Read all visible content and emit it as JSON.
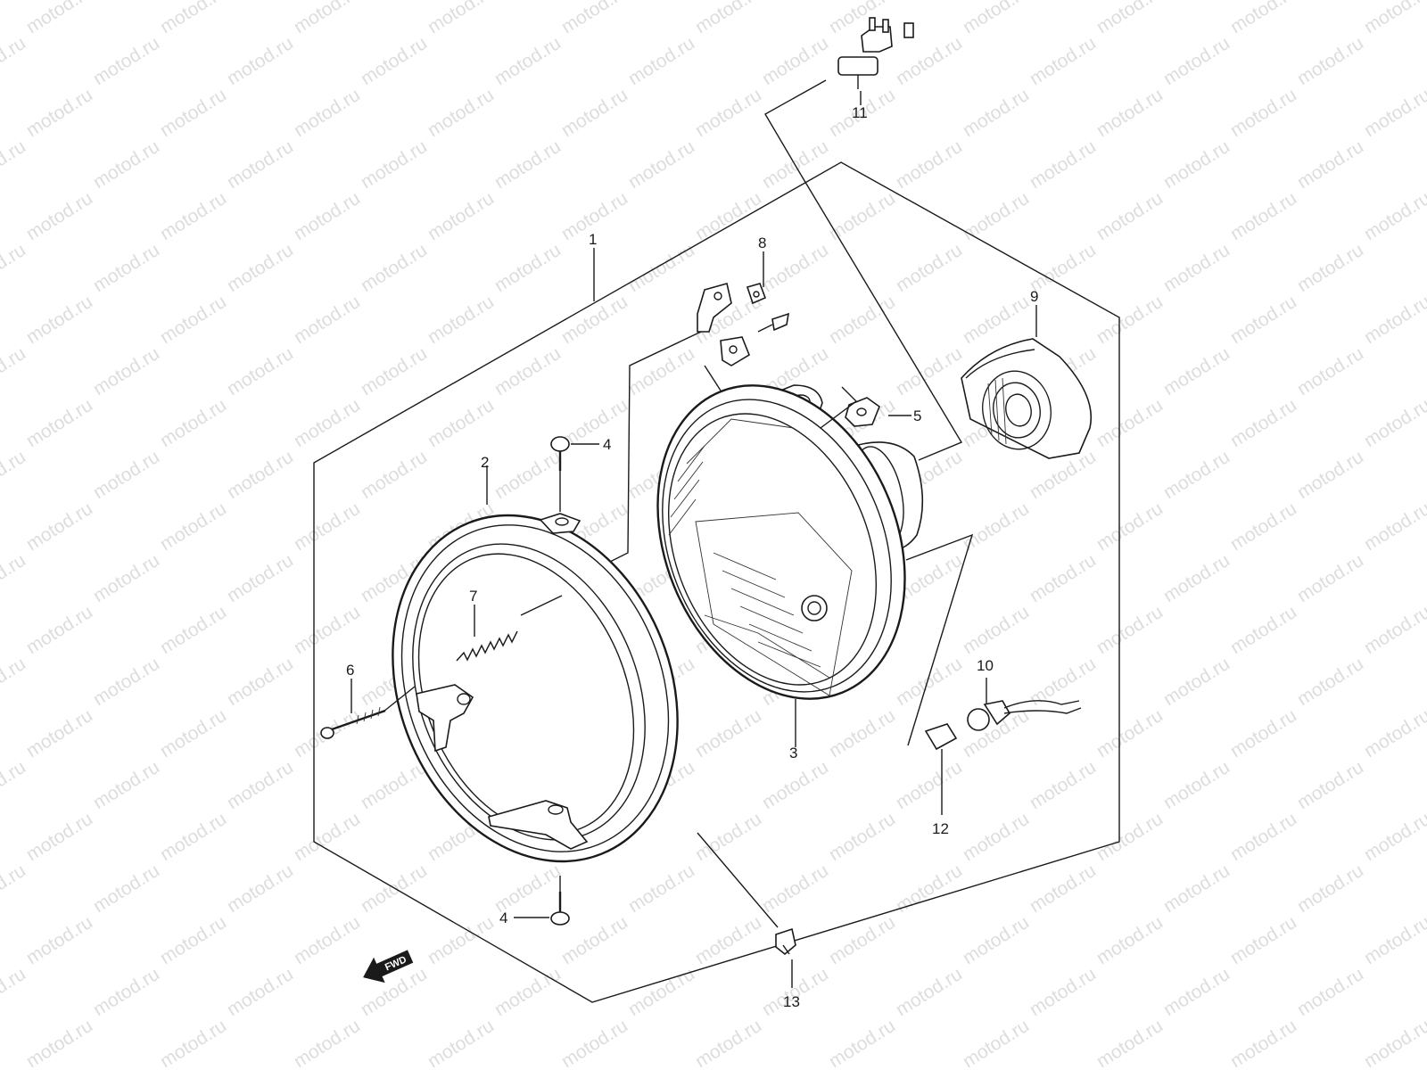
{
  "watermark": {
    "text": "motod.ru"
  },
  "callouts": [
    {
      "id": "1",
      "label": "1"
    },
    {
      "id": "2",
      "label": "2"
    },
    {
      "id": "3",
      "label": "3"
    },
    {
      "id": "4a",
      "label": "4"
    },
    {
      "id": "4b",
      "label": "4"
    },
    {
      "id": "5",
      "label": "5"
    },
    {
      "id": "6",
      "label": "6"
    },
    {
      "id": "7",
      "label": "7"
    },
    {
      "id": "8",
      "label": "8"
    },
    {
      "id": "9",
      "label": "9"
    },
    {
      "id": "10",
      "label": "10"
    },
    {
      "id": "11",
      "label": "11"
    },
    {
      "id": "12",
      "label": "12"
    },
    {
      "id": "13",
      "label": "13"
    }
  ],
  "direction_arrow": {
    "label": "FWD"
  }
}
